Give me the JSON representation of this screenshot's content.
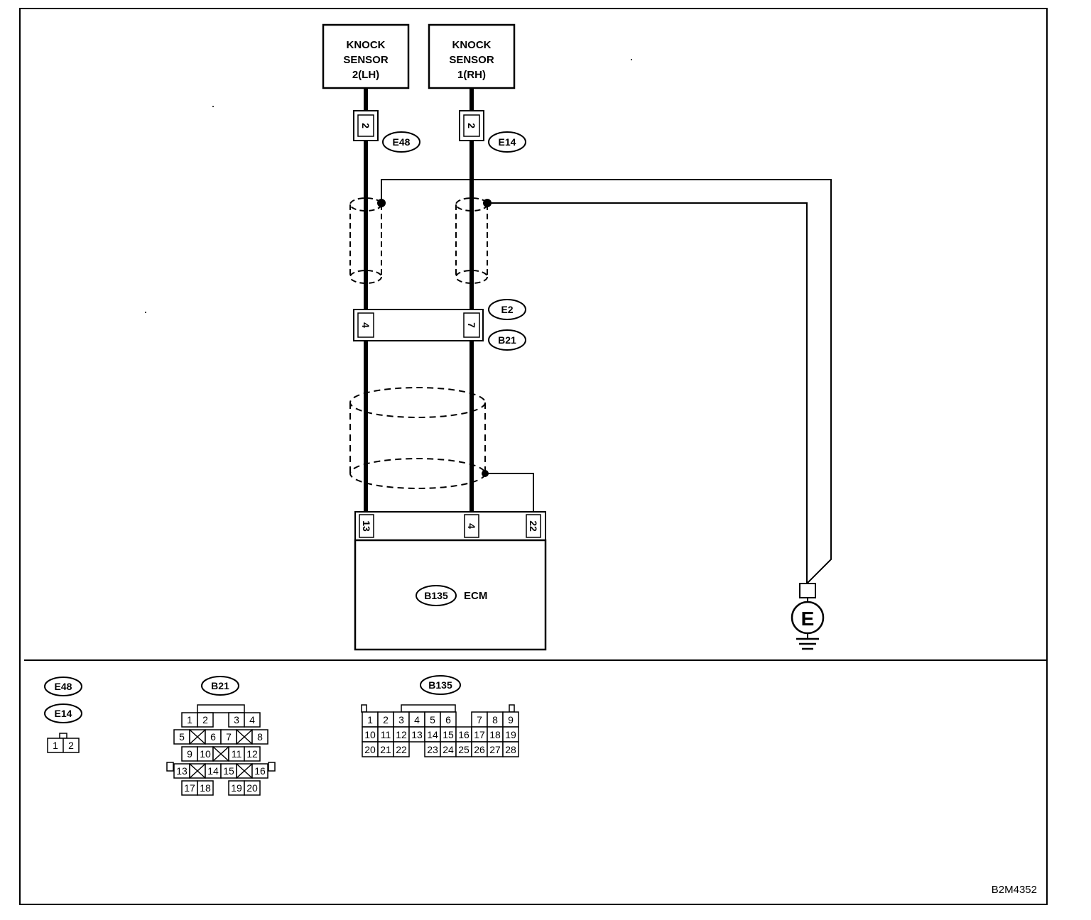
{
  "sensors": {
    "lh": {
      "line1": "KNOCK",
      "line2": "SENSOR",
      "line3": "2(LH)"
    },
    "rh": {
      "line1": "KNOCK",
      "line2": "SENSOR",
      "line3": "1(RH)"
    }
  },
  "connectors": {
    "e48": {
      "id": "E48",
      "pin": "2"
    },
    "e14": {
      "id": "E14",
      "pin": "2"
    },
    "e2": {
      "id": "E2"
    },
    "b21": {
      "id": "B21",
      "pin_left": "4",
      "pin_right": "7"
    },
    "ecm": {
      "id": "B135",
      "label": "ECM",
      "pins": [
        "13",
        "4",
        "22"
      ]
    }
  },
  "ground": {
    "label": "E"
  },
  "pinouts": {
    "e48_e14": {
      "ids": [
        "E48",
        "E14"
      ],
      "pins": [
        "1",
        "2"
      ]
    },
    "b21": {
      "id": "B21",
      "rows": [
        [
          "1",
          "2",
          "3",
          "4"
        ],
        [
          "5",
          "6",
          "7",
          "8"
        ],
        [
          "9",
          "10",
          "11",
          "12"
        ],
        [
          "13",
          "14",
          "15",
          "16"
        ],
        [
          "17",
          "18",
          "19",
          "20"
        ]
      ]
    },
    "b135": {
      "id": "B135",
      "rows": [
        [
          "1",
          "2",
          "3",
          "4",
          "5",
          "6",
          "7",
          "8",
          "9"
        ],
        [
          "10",
          "11",
          "12",
          "13",
          "14",
          "15",
          "16",
          "17",
          "18",
          "19"
        ],
        [
          "20",
          "21",
          "22",
          "23",
          "24",
          "25",
          "26",
          "27",
          "28"
        ]
      ]
    }
  },
  "figure_id": "B2M4352"
}
